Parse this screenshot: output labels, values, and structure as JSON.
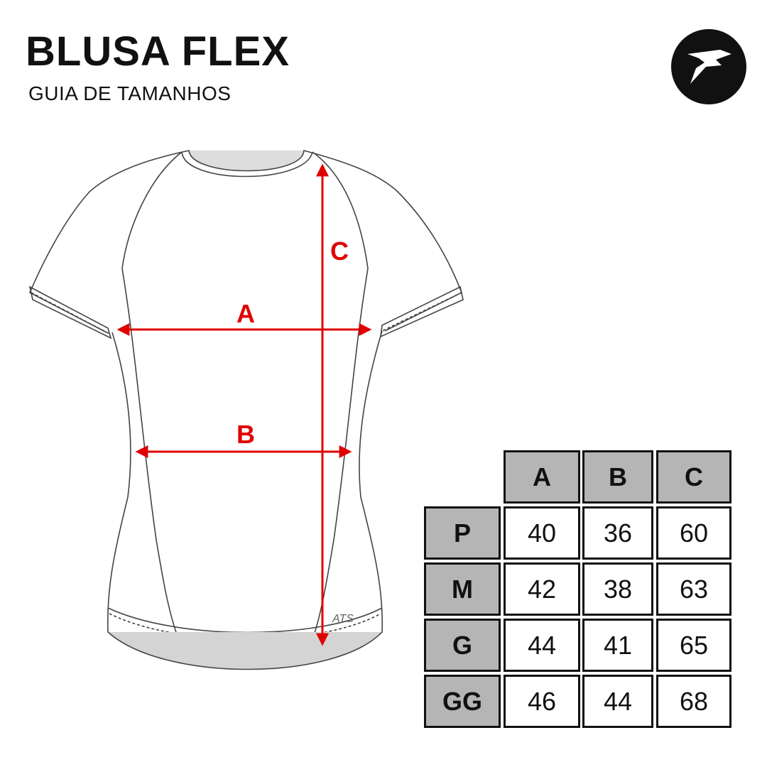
{
  "header": {
    "title": "BLUSA FLEX",
    "subtitle": "GUIA DE TAMANHOS",
    "logo_icon": "swoosh-logo-icon"
  },
  "diagram": {
    "label_a": "A",
    "label_b": "B",
    "label_c": "C",
    "brand_tag": "ATS",
    "arrow_color": "#e00000"
  },
  "size_table": {
    "columns": [
      "A",
      "B",
      "C"
    ],
    "rows": [
      {
        "size": "P",
        "values": [
          "40",
          "36",
          "60"
        ]
      },
      {
        "size": "M",
        "values": [
          "42",
          "38",
          "63"
        ]
      },
      {
        "size": "G",
        "values": [
          "44",
          "41",
          "65"
        ]
      },
      {
        "size": "GG",
        "values": [
          "46",
          "44",
          "68"
        ]
      }
    ]
  },
  "colors": {
    "header_cell": "#b5b5b5",
    "border": "#111111",
    "accent": "#e00000"
  }
}
